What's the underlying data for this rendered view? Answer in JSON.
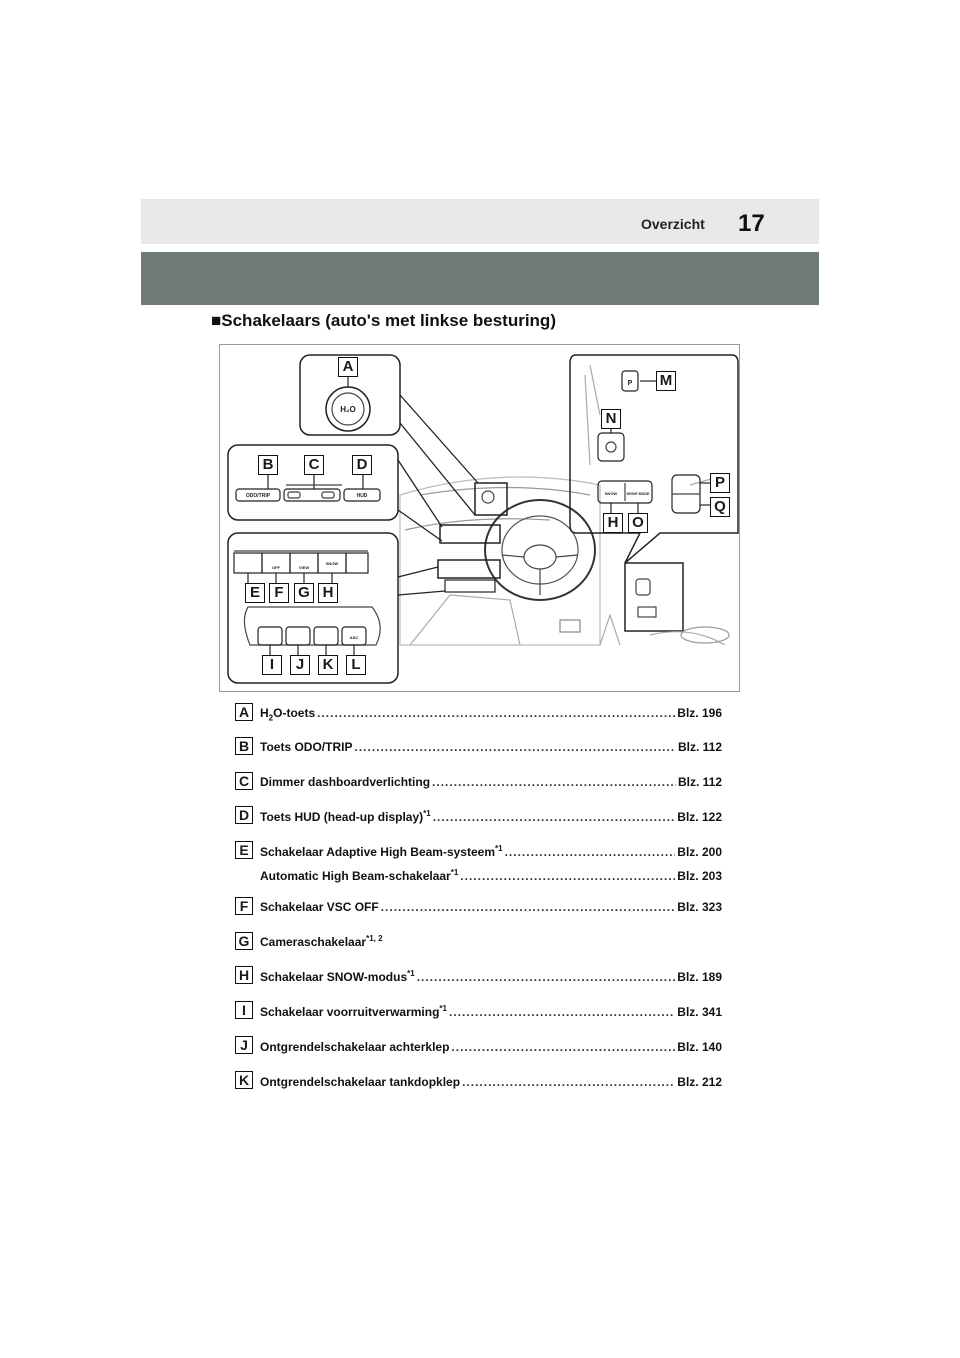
{
  "header": {
    "section": "Overzicht",
    "page_number": "17"
  },
  "section_title": "■Schakelaars (auto's met linkse besturing)",
  "figure": {
    "callouts": [
      "A",
      "B",
      "C",
      "D",
      "E",
      "F",
      "G",
      "H",
      "I",
      "J",
      "K",
      "L",
      "M",
      "N",
      "O",
      "P",
      "Q",
      "H"
    ],
    "button_labels": {
      "odo_trip": "ODO/TRIP",
      "hud": "HUD",
      "h2o": "H₂O",
      "view": "VIEW",
      "snow": "SNOW",
      "asc": "ASC",
      "drive_mode": "DRIVE MODE",
      "off": "OFF",
      "p": "P"
    }
  },
  "entries": [
    {
      "label": "A",
      "pre": "H",
      "sub": "2",
      "text": "O-toets",
      "sup": "",
      "ref": "Blz. 196"
    },
    {
      "label": "B",
      "pre": "",
      "sub": "",
      "text": "Toets ODO/TRIP",
      "sup": "",
      "ref": "Blz. 112"
    },
    {
      "label": "C",
      "pre": "",
      "sub": "",
      "text": "Dimmer dashboardverlichting",
      "sup": "",
      "ref": "Blz. 112"
    },
    {
      "label": "D",
      "pre": "",
      "sub": "",
      "text": "Toets HUD (head-up display)",
      "sup": "*1",
      "ref": "Blz. 122"
    },
    {
      "label": "E",
      "pre": "",
      "sub": "",
      "text": "Schakelaar Adaptive High Beam-systeem",
      "sup": "*1",
      "ref": "Blz. 200"
    },
    {
      "label": "",
      "pre": "",
      "sub": "",
      "text": "Automatic High Beam-schakelaar",
      "sup": "*1",
      "ref": "Blz. 203"
    },
    {
      "label": "F",
      "pre": "",
      "sub": "",
      "text": "Schakelaar VSC OFF",
      "sup": "",
      "ref": "Blz. 323"
    },
    {
      "label": "G",
      "pre": "",
      "sub": "",
      "text": "Cameraschakelaar",
      "sup": "*1, 2",
      "ref": ""
    },
    {
      "label": "H",
      "pre": "",
      "sub": "",
      "text": "Schakelaar SNOW-modus",
      "sup": "*1",
      "ref": "Blz. 189"
    },
    {
      "label": "I",
      "pre": "",
      "sub": "",
      "text": "Schakelaar voorruitverwarming",
      "sup": "*1",
      "ref": "Blz. 341"
    },
    {
      "label": "J",
      "pre": "",
      "sub": "",
      "text": "Ontgrendelschakelaar achterklep",
      "sup": "",
      "ref": "Blz. 140"
    },
    {
      "label": "K",
      "pre": "",
      "sub": "",
      "text": "Ontgrendelschakelaar tankdopklep",
      "sup": "",
      "ref": "Blz. 212"
    }
  ]
}
